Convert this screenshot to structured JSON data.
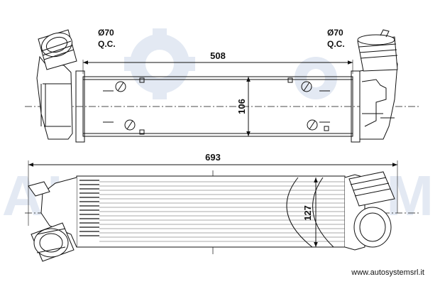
{
  "top_view": {
    "left_port": {
      "diameter": "Ø70",
      "connector": "Q.C."
    },
    "right_port": {
      "diameter": "Ø70",
      "connector": "Q.C."
    },
    "core_width": "508",
    "core_height": "106"
  },
  "front_view": {
    "overall_length": "693",
    "core_height": "127"
  },
  "watermark": {
    "text": "AUTOSYSTEM",
    "color": "#dfe6f1"
  },
  "footer": {
    "url": "www.autosystemsrl.it"
  }
}
